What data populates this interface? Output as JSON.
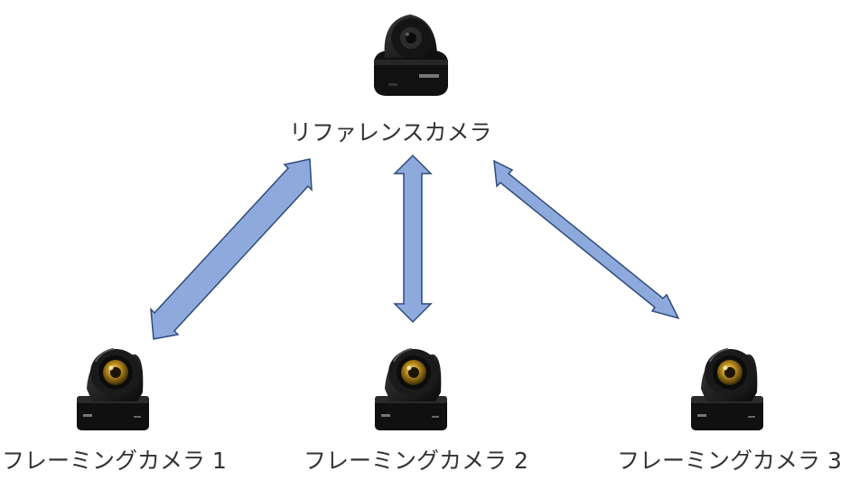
{
  "reference_camera": {
    "label": "リファレンスカメラ",
    "icon": "ptz-camera-dome-icon"
  },
  "framing_cameras": [
    {
      "label": "フレーミングカメラ 1",
      "icon": "ptz-camera-icon"
    },
    {
      "label": "フレーミングカメラ 2",
      "icon": "ptz-camera-icon"
    },
    {
      "label": "フレーミングカメラ 3",
      "icon": "ptz-camera-icon"
    }
  ],
  "arrow_style": {
    "fill": "#8EA9DB",
    "stroke": "#2F4B7C"
  }
}
